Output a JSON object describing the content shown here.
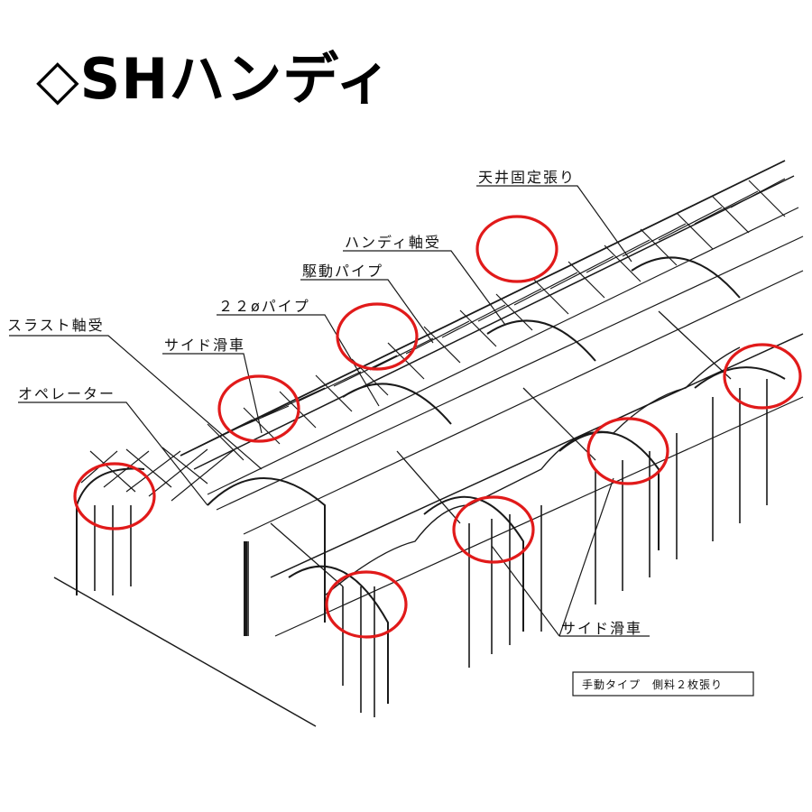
{
  "title": "◇SHハンディ",
  "labels": {
    "ceiling_fixed": "天井固定張り",
    "handy_bearing": "ハンディ軸受",
    "drive_pipe": "駆動パイプ",
    "pipe_22": "２２øパイプ",
    "thrust_bearing": "スラスト軸受",
    "side_pulley_top": "サイド滑車",
    "operator": "オペレーター",
    "side_pulley_bottom": "サイド滑車"
  },
  "caption": "手動タイプ　側料２枚張り",
  "colors": {
    "highlight": "#e11a1a",
    "line": "#1a1a1a",
    "background": "#ffffff"
  }
}
